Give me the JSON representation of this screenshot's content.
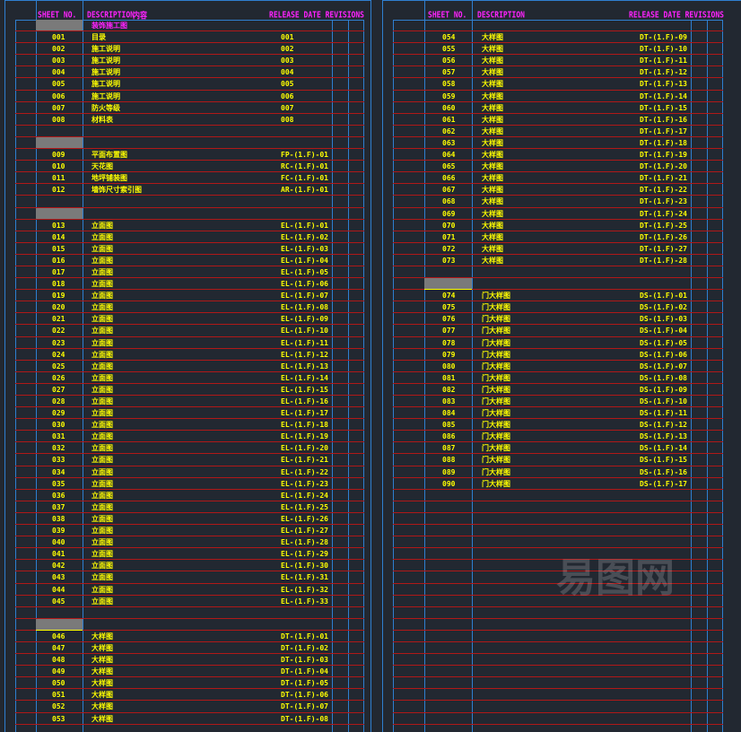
{
  "colors": {
    "background": "#222831",
    "grid_blue": "#2f7fd0",
    "row_red": "#b01818",
    "text_yellow": "#ffff00",
    "header_magenta": "#ff22ff",
    "section_gray": "#7a7a7a"
  },
  "header": {
    "sheet_no": "SHEET NO.",
    "description": "DESCRIPTION",
    "description_cn": "内容",
    "release": "RELEASE DATE REVISIONS"
  },
  "watermark": "易图网",
  "left_rows": [
    {
      "type": "section",
      "title": "装饰施工图"
    },
    {
      "no": "001",
      "desc": "目录",
      "code": "001"
    },
    {
      "no": "002",
      "desc": "施工说明",
      "code": "002"
    },
    {
      "no": "003",
      "desc": "施工说明",
      "code": "003"
    },
    {
      "no": "004",
      "desc": "施工说明",
      "code": "004"
    },
    {
      "no": "005",
      "desc": "施工说明",
      "code": "005"
    },
    {
      "no": "006",
      "desc": "施工说明",
      "code": "006"
    },
    {
      "no": "007",
      "desc": "防火等级",
      "code": "007"
    },
    {
      "no": "008",
      "desc": "材料表",
      "code": "008"
    },
    {
      "type": "blank"
    },
    {
      "type": "section"
    },
    {
      "no": "009",
      "desc": "平面布置图",
      "code": "FP-(1.F)-01"
    },
    {
      "no": "010",
      "desc": "天花图",
      "code": "RC-(1.F)-01"
    },
    {
      "no": "011",
      "desc": "地坪铺装图",
      "code": "FC-(1.F)-01"
    },
    {
      "no": "012",
      "desc": "墙饰尺寸索引图",
      "code": "AR-(1.F)-01"
    },
    {
      "type": "blank"
    },
    {
      "type": "section"
    },
    {
      "no": "013",
      "desc": "立面图",
      "code": "EL-(1.F)-01"
    },
    {
      "no": "014",
      "desc": "立面图",
      "code": "EL-(1.F)-02"
    },
    {
      "no": "015",
      "desc": "立面图",
      "code": "EL-(1.F)-03"
    },
    {
      "no": "016",
      "desc": "立面图",
      "code": "EL-(1.F)-04"
    },
    {
      "no": "017",
      "desc": "立面图",
      "code": "EL-(1.F)-05"
    },
    {
      "no": "018",
      "desc": "立面图",
      "code": "EL-(1.F)-06"
    },
    {
      "no": "019",
      "desc": "立面图",
      "code": "EL-(1.F)-07"
    },
    {
      "no": "020",
      "desc": "立面图",
      "code": "EL-(1.F)-08"
    },
    {
      "no": "021",
      "desc": "立面图",
      "code": "EL-(1.F)-09"
    },
    {
      "no": "022",
      "desc": "立面图",
      "code": "EL-(1.F)-10"
    },
    {
      "no": "023",
      "desc": "立面图",
      "code": "EL-(1.F)-11"
    },
    {
      "no": "024",
      "desc": "立面图",
      "code": "EL-(1.F)-12"
    },
    {
      "no": "025",
      "desc": "立面图",
      "code": "EL-(1.F)-13"
    },
    {
      "no": "026",
      "desc": "立面图",
      "code": "EL-(1.F)-14"
    },
    {
      "no": "027",
      "desc": "立面图",
      "code": "EL-(1.F)-15"
    },
    {
      "no": "028",
      "desc": "立面图",
      "code": "EL-(1.F)-16"
    },
    {
      "no": "029",
      "desc": "立面图",
      "code": "EL-(1.F)-17"
    },
    {
      "no": "030",
      "desc": "立面图",
      "code": "EL-(1.F)-18"
    },
    {
      "no": "031",
      "desc": "立面图",
      "code": "EL-(1.F)-19"
    },
    {
      "no": "032",
      "desc": "立面图",
      "code": "EL-(1.F)-20"
    },
    {
      "no": "033",
      "desc": "立面图",
      "code": "EL-(1.F)-21"
    },
    {
      "no": "034",
      "desc": "立面图",
      "code": "EL-(1.F)-22"
    },
    {
      "no": "035",
      "desc": "立面图",
      "code": "EL-(1.F)-23"
    },
    {
      "no": "036",
      "desc": "立面图",
      "code": "EL-(1.F)-24"
    },
    {
      "no": "037",
      "desc": "立面图",
      "code": "EL-(1.F)-25"
    },
    {
      "no": "038",
      "desc": "立面图",
      "code": "EL-(1.F)-26"
    },
    {
      "no": "039",
      "desc": "立面图",
      "code": "EL-(1.F)-27"
    },
    {
      "no": "040",
      "desc": "立面图",
      "code": "EL-(1.F)-28"
    },
    {
      "no": "041",
      "desc": "立面图",
      "code": "EL-(1.F)-29"
    },
    {
      "no": "042",
      "desc": "立面图",
      "code": "EL-(1.F)-30"
    },
    {
      "no": "043",
      "desc": "立面图",
      "code": "EL-(1.F)-31"
    },
    {
      "no": "044",
      "desc": "立面图",
      "code": "EL-(1.F)-32"
    },
    {
      "no": "045",
      "desc": "立面图",
      "code": "EL-(1.F)-33"
    },
    {
      "type": "blank"
    },
    {
      "type": "section",
      "underline": true
    },
    {
      "no": "046",
      "desc": "大样图",
      "code": "DT-(1.F)-01"
    },
    {
      "no": "047",
      "desc": "大样图",
      "code": "DT-(1.F)-02"
    },
    {
      "no": "048",
      "desc": "大样图",
      "code": "DT-(1.F)-03"
    },
    {
      "no": "049",
      "desc": "大样图",
      "code": "DT-(1.F)-04"
    },
    {
      "no": "050",
      "desc": "大样图",
      "code": "DT-(1.F)-05"
    },
    {
      "no": "051",
      "desc": "大样图",
      "code": "DT-(1.F)-06"
    },
    {
      "no": "052",
      "desc": "大样图",
      "code": "DT-(1.F)-07"
    },
    {
      "no": "053",
      "desc": "大样图",
      "code": "DT-(1.F)-08"
    }
  ],
  "right_rows": [
    {
      "type": "blank"
    },
    {
      "no": "054",
      "desc": "大样图",
      "code": "DT-(1.F)-09"
    },
    {
      "no": "055",
      "desc": "大样图",
      "code": "DT-(1.F)-10"
    },
    {
      "no": "056",
      "desc": "大样图",
      "code": "DT-(1.F)-11"
    },
    {
      "no": "057",
      "desc": "大样图",
      "code": "DT-(1.F)-12"
    },
    {
      "no": "058",
      "desc": "大样图",
      "code": "DT-(1.F)-13"
    },
    {
      "no": "059",
      "desc": "大样图",
      "code": "DT-(1.F)-14"
    },
    {
      "no": "060",
      "desc": "大样图",
      "code": "DT-(1.F)-15"
    },
    {
      "no": "061",
      "desc": "大样图",
      "code": "DT-(1.F)-16"
    },
    {
      "no": "062",
      "desc": "大样图",
      "code": "DT-(1.F)-17"
    },
    {
      "no": "063",
      "desc": "大样图",
      "code": "DT-(1.F)-18"
    },
    {
      "no": "064",
      "desc": "大样图",
      "code": "DT-(1.F)-19"
    },
    {
      "no": "065",
      "desc": "大样图",
      "code": "DT-(1.F)-20"
    },
    {
      "no": "066",
      "desc": "大样图",
      "code": "DT-(1.F)-21"
    },
    {
      "no": "067",
      "desc": "大样图",
      "code": "DT-(1.F)-22"
    },
    {
      "no": "068",
      "desc": "大样图",
      "code": "DT-(1.F)-23"
    },
    {
      "no": "069",
      "desc": "大样图",
      "code": "DT-(1.F)-24"
    },
    {
      "no": "070",
      "desc": "大样图",
      "code": "DT-(1.F)-25"
    },
    {
      "no": "071",
      "desc": "大样图",
      "code": "DT-(1.F)-26"
    },
    {
      "no": "072",
      "desc": "大样图",
      "code": "DT-(1.F)-27"
    },
    {
      "no": "073",
      "desc": "大样图",
      "code": "DT-(1.F)-28"
    },
    {
      "type": "blank"
    },
    {
      "type": "section",
      "underline": true
    },
    {
      "no": "074",
      "desc": "门大样图",
      "code": "DS-(1.F)-01"
    },
    {
      "no": "075",
      "desc": "门大样图",
      "code": "DS-(1.F)-02"
    },
    {
      "no": "076",
      "desc": "门大样图",
      "code": "DS-(1.F)-03"
    },
    {
      "no": "077",
      "desc": "门大样图",
      "code": "DS-(1.F)-04"
    },
    {
      "no": "078",
      "desc": "门大样图",
      "code": "DS-(1.F)-05"
    },
    {
      "no": "079",
      "desc": "门大样图",
      "code": "DS-(1.F)-06"
    },
    {
      "no": "080",
      "desc": "门大样图",
      "code": "DS-(1.F)-07"
    },
    {
      "no": "081",
      "desc": "门大样图",
      "code": "DS-(1.F)-08"
    },
    {
      "no": "082",
      "desc": "门大样图",
      "code": "DS-(1.F)-09"
    },
    {
      "no": "083",
      "desc": "门大样图",
      "code": "DS-(1.F)-10"
    },
    {
      "no": "084",
      "desc": "门大样图",
      "code": "DS-(1.F)-11"
    },
    {
      "no": "085",
      "desc": "门大样图",
      "code": "DS-(1.F)-12"
    },
    {
      "no": "086",
      "desc": "门大样图",
      "code": "DS-(1.F)-13"
    },
    {
      "no": "087",
      "desc": "门大样图",
      "code": "DS-(1.F)-14"
    },
    {
      "no": "088",
      "desc": "门大样图",
      "code": "DS-(1.F)-15"
    },
    {
      "no": "089",
      "desc": "门大样图",
      "code": "DS-(1.F)-16"
    },
    {
      "no": "090",
      "desc": "门大样图",
      "code": "DS-(1.F)-17"
    }
  ]
}
